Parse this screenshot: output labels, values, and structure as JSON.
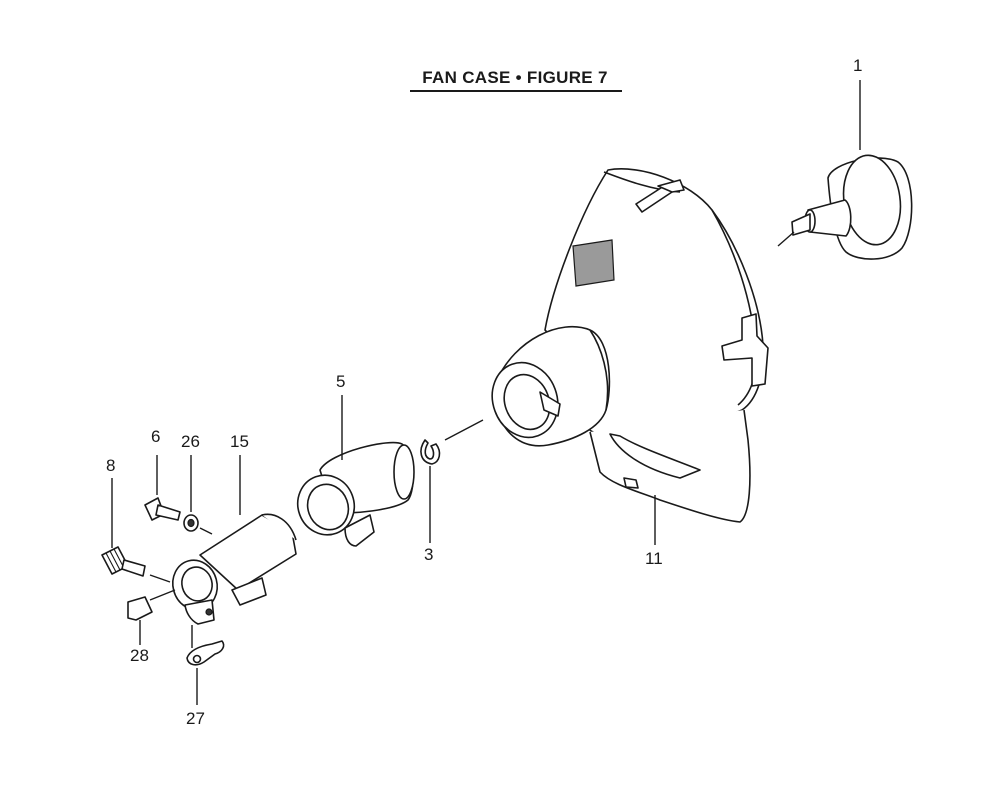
{
  "header": {
    "title": "FAN CASE • FIGURE 7"
  },
  "callouts": {
    "p1": "1",
    "p3": "3",
    "p5": "5",
    "p6": "6",
    "p8": "8",
    "p11": "11",
    "p15": "15",
    "p26": "26",
    "p27": "27",
    "p28": "28"
  },
  "colors": {
    "line": "#1a1a1a",
    "shade": "#9a9a9a",
    "background": "#ffffff"
  }
}
